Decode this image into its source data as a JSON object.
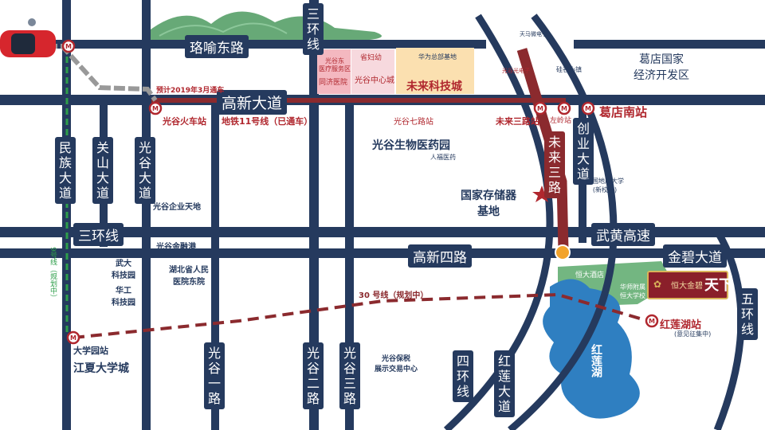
{
  "roads": {
    "luoyu_east": "珞喻东路",
    "gaoxin_ave": "高新大道",
    "ring3_top": "三环线",
    "ring3_left": "三环线",
    "minzu": "民族大道",
    "guanshan": "关山大道",
    "guanggu_ave": "光谷大道",
    "chuangye": "创业大道",
    "weilai3": "未来三路",
    "wuhuang": "武黄高速",
    "gaoxin4": "高新四路",
    "jinbi": "金碧大道",
    "guanggu1": "光谷一路",
    "guanggu2": "光谷二路",
    "guanggu3": "光谷三路",
    "ring4": "四环线",
    "honglian_ave": "红莲大道",
    "ring5": "五环线"
  },
  "labels": {
    "gedian_zone": "葛店国家\n经济开发区",
    "opening_note": "预计2019年3月通车",
    "line11": "地铁11号线（已通车）",
    "guanggu_station": "光谷火车站",
    "gg7_station": "光谷七路站",
    "wl3_station": "未来三路站",
    "zuoling_station": "左岭站",
    "gedian_south": "葛店南站",
    "bio_park": "光谷生物医药园",
    "renfu": "人福医药",
    "storage_base": "国家存储器\n基地",
    "cug": "中国地质大学\n(新校区)",
    "enterprise": "光谷企业天地",
    "jinronggang": "光谷金融港",
    "wuda": "武大\n科技园",
    "huagong": "华工\n科技园",
    "hubei_hospital": "湖北省人民\n医院东院",
    "line30": "30 号线（规划中）",
    "daxueyuan_station": "大学园站",
    "jiangxia": "江夏大学城",
    "line9": "9号线（规划中）",
    "bonded": "光谷保税\n展示交易中心",
    "honglian_station": "红莲湖站",
    "honglian_note": "(意见征集中)",
    "honglian_lake": "红莲湖",
    "hengda_hotel": "恒大酒店",
    "huashi_school": "华师附属\n恒大学校",
    "brand": "恒大金碧",
    "brand_big": "天下",
    "gg_east_medical": "光谷东\n医疗服务区",
    "maternity": "省妇幼",
    "tongji": "同济医院",
    "gg_center": "光谷中心城",
    "huawei": "华为总部基地",
    "future_city": "未来科技城",
    "guigang": "硅谷小镇",
    "tianma": "天马微电子",
    "guanggu_office": "光谷光电子"
  },
  "colors": {
    "road": "#253a5e",
    "metro_red": "#8b2a2e",
    "line9_green": "#2e9e4a",
    "lake": "#2f7fc1",
    "green_area": "#5aa96b",
    "brand_bg": "#8a1f2a"
  }
}
